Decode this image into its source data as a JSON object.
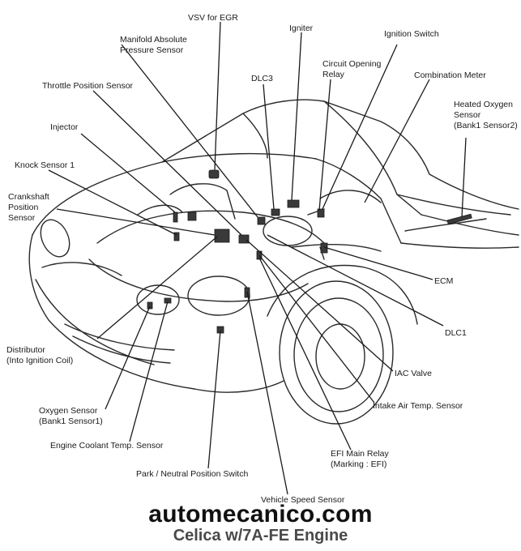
{
  "labels": {
    "vsv_egr": "VSV for EGR",
    "map_sensor_1": "Manifold Absolute",
    "map_sensor_2": "Pressure Sensor",
    "igniter": "Igniter",
    "ignition_switch": "Ignition Switch",
    "circuit_relay_1": "Circuit Opening",
    "circuit_relay_2": "Relay",
    "dlc3": "DLC3",
    "combination_meter": "Combination Meter",
    "throttle_position": "Throttle Position Sensor",
    "heated_o2_1": "Heated Oxygen",
    "heated_o2_2": "Sensor",
    "heated_o2_3": "(Bank1 Sensor2)",
    "injector": "Injector",
    "knock_sensor": "Knock Sensor 1",
    "crankshaft_1": "Crankshaft",
    "crankshaft_2": "Position",
    "crankshaft_3": "Sensor",
    "ecm": "ECM",
    "dlc1": "DLC1",
    "distributor_1": "Distributor",
    "distributor_2": "(Into Ignition Coil)",
    "iac_valve": "IAC Valve",
    "oxygen_sensor_1": "Oxygen Sensor",
    "oxygen_sensor_2": "(Bank1 Sensor1)",
    "intake_air_temp": "Intake Air Temp. Sensor",
    "coolant_temp": "Engine Coolant Temp. Sensor",
    "efi_relay_1": "EFI Main Relay",
    "efi_relay_2": "(Marking : EFI)",
    "park_neutral": "Park / Neutral Position Switch",
    "vehicle_speed": "Vehicle Speed Sensor"
  },
  "footer": {
    "site": "automecanico.com",
    "caption": "Celica w/7A-FE Engine"
  }
}
